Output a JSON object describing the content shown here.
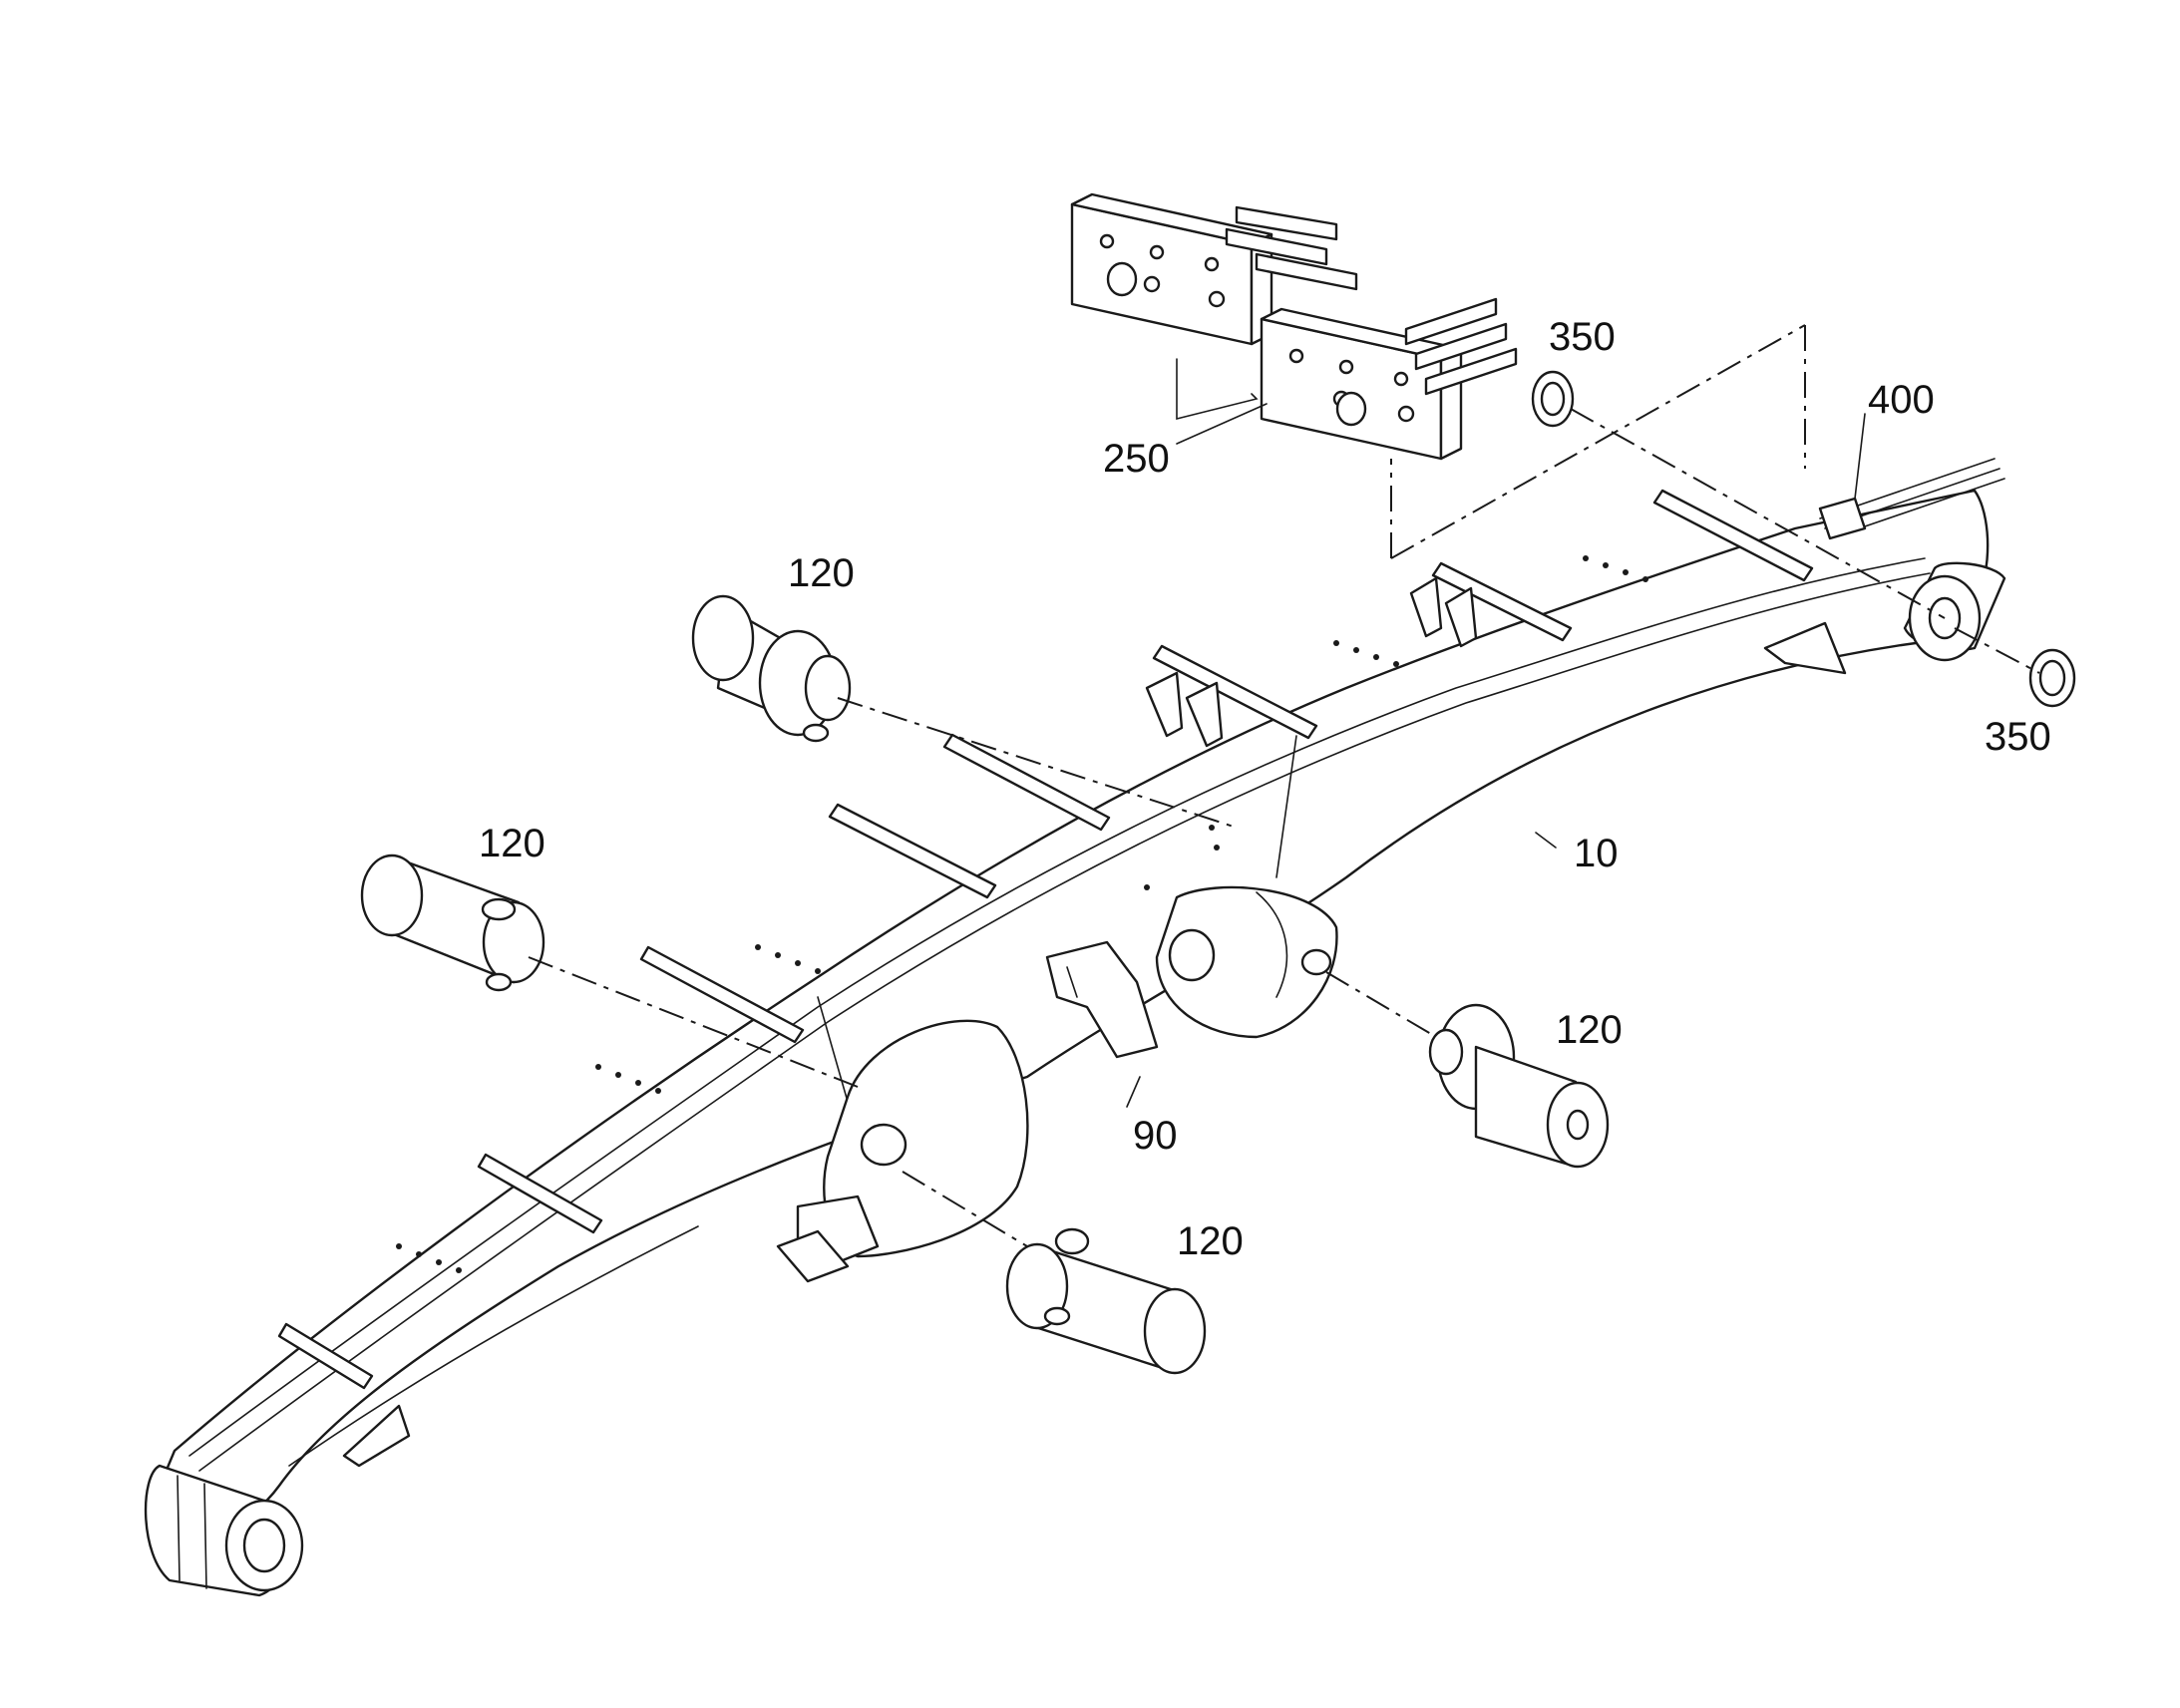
{
  "drawing": {
    "callouts": {
      "c250": "250",
      "c350_top": "350",
      "c400": "400",
      "c350_right": "350",
      "c120_a": "120",
      "c10": "10",
      "c120_b": "120",
      "c120_c": "120",
      "c90": "90",
      "c120_d": "120"
    }
  }
}
